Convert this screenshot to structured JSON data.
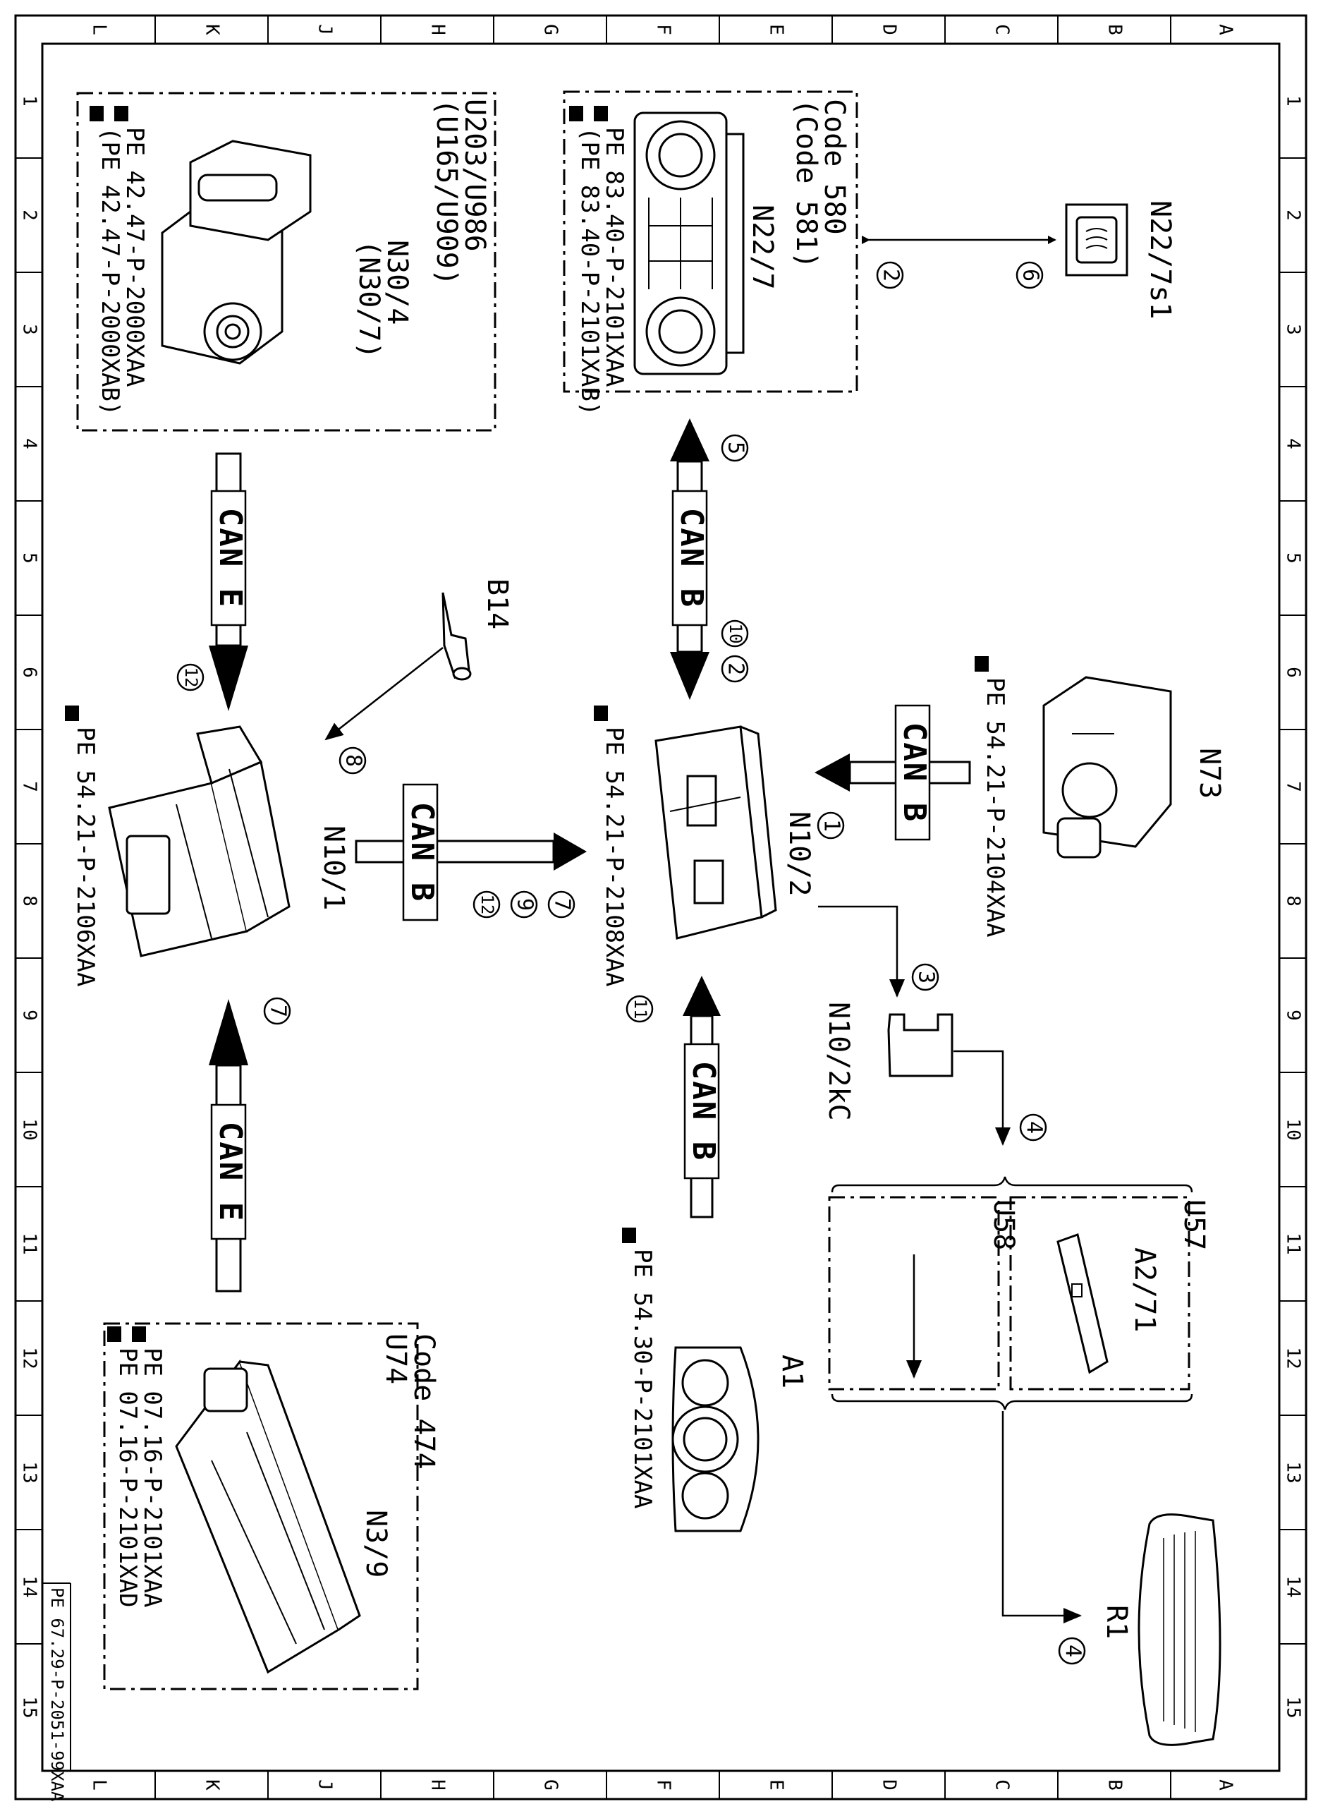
{
  "grid": {
    "columns": [
      "L",
      "K",
      "J",
      "H",
      "G",
      "F",
      "E",
      "D",
      "C",
      "B",
      "A"
    ],
    "rows": [
      "1",
      "2",
      "3",
      "4",
      "5",
      "6",
      "7",
      "8",
      "9",
      "10",
      "11",
      "12",
      "13",
      "14",
      "15"
    ]
  },
  "doc_number": "PE 67.29-P-2051-99XAA",
  "components": {
    "n22_7s1": {
      "label": "N22/7s1"
    },
    "n22_7": {
      "label": "N22/7",
      "code1": "Code 580",
      "code2": "(Code 581)",
      "pe1": "PE 83.40-P-2101XAA",
      "pe2": "(PE 83.40-P-2101XAB)"
    },
    "n30_4": {
      "label": "N30/4",
      "label2": "(N30/7)",
      "code1": "U203/U986",
      "code2": "(U165/U909)",
      "pe1": "PE 42.47-P-2000XAA",
      "pe2": "(PE 42.47-P-2000XAB)"
    },
    "n73": {
      "label": "N73",
      "pe": "PE 54.21-P-2104XAA"
    },
    "b14": {
      "label": "B14"
    },
    "n10_2": {
      "label": "N10/2",
      "pe": "PE 54.21-P-2108XAA"
    },
    "n10_1": {
      "label": "N10/1",
      "pe": "PE 54.21-P-2106XAA"
    },
    "n10_2kc": {
      "label": "N10/2kC"
    },
    "u57": {
      "label": "U57"
    },
    "u58": {
      "label": "U58"
    },
    "a2_71": {
      "label": "A2/71"
    },
    "a1": {
      "label": "A1",
      "pe": "PE 54.30-P-2101XAA"
    },
    "n3_9": {
      "label": "N3/9",
      "code1": "Code 474",
      "code2": "U74",
      "pe1": "PE 07.16-P-2101XAA",
      "pe2": "PE 07.16-P-2101XAD"
    },
    "r1": {
      "label": "R1"
    }
  },
  "buses": {
    "can_b": "CAN B",
    "can_e": "CAN E"
  },
  "callouts": {
    "c1": "1",
    "c2a": "2",
    "c2b": "2",
    "c3": "3",
    "c4a": "4",
    "c4b": "4",
    "c5": "5",
    "c6": "6",
    "c7a": "7",
    "c7b": "7",
    "c8": "8",
    "c9": "9",
    "c10": "10",
    "c11": "11",
    "c12a": "12",
    "c12b": "12"
  }
}
